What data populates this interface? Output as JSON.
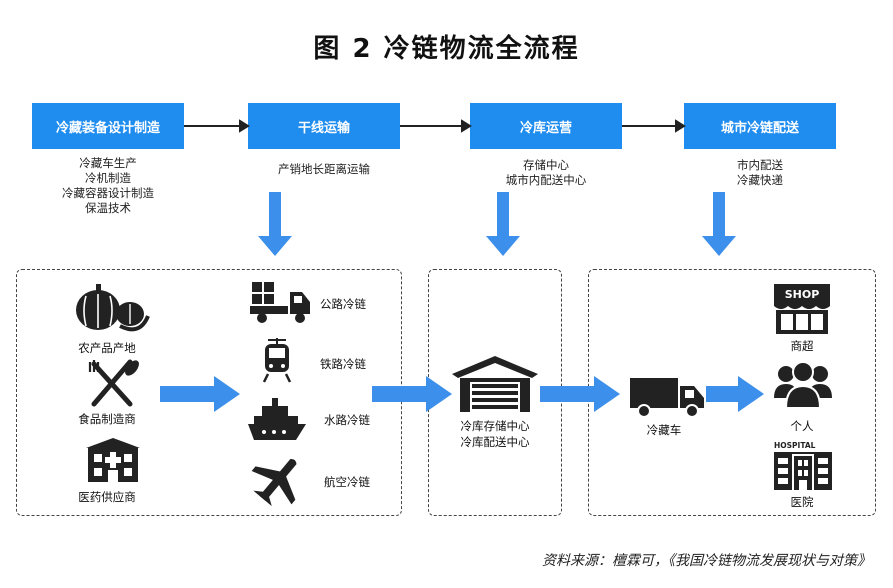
{
  "title": "图 2    冷链物流全流程",
  "stages": [
    {
      "label": "冷藏装备设计制造",
      "details": [
        "冷藏车生产",
        "冷机制造",
        "冷藏容器设计制造",
        "保温技术"
      ]
    },
    {
      "label": "干线运输",
      "details": [
        "产销地长距离运输"
      ]
    },
    {
      "label": "冷库运营",
      "details": [
        "存储中心",
        "城市内配送中心"
      ]
    },
    {
      "label": "城市冷链配送",
      "details": [
        "市内配送",
        "冷藏快递"
      ]
    }
  ],
  "sources": [
    {
      "label": "农产品产地",
      "icon": "pumpkin-icon"
    },
    {
      "label": "食品制造商",
      "icon": "fork-knife-icon"
    },
    {
      "label": "医药供应商",
      "icon": "pharmacy-building-icon"
    }
  ],
  "transport": [
    {
      "label": "公路冷链",
      "icon": "truck-icon"
    },
    {
      "label": "铁路冷链",
      "icon": "train-icon"
    },
    {
      "label": "水路冷链",
      "icon": "ship-icon"
    },
    {
      "label": "航空冷链",
      "icon": "airplane-icon"
    }
  ],
  "warehouse": {
    "label_line1": "冷库存储中心",
    "label_line2": "冷库配送中心",
    "icon": "warehouse-icon"
  },
  "vehicle": {
    "label": "冷藏车",
    "icon": "delivery-truck-icon"
  },
  "destinations": [
    {
      "label": "商超",
      "icon": "shop-icon",
      "sign": "SHOP"
    },
    {
      "label": "个人",
      "icon": "people-icon"
    },
    {
      "label": "医院",
      "icon": "hospital-icon",
      "sign": "HOSPITAL"
    }
  ],
  "source_note": "资料来源：檀霖可，《我国冷链物流发展现状与对策》",
  "colors": {
    "accent": "#1f8cf0",
    "arrow": "#3c8fea",
    "dark": "#222222"
  }
}
